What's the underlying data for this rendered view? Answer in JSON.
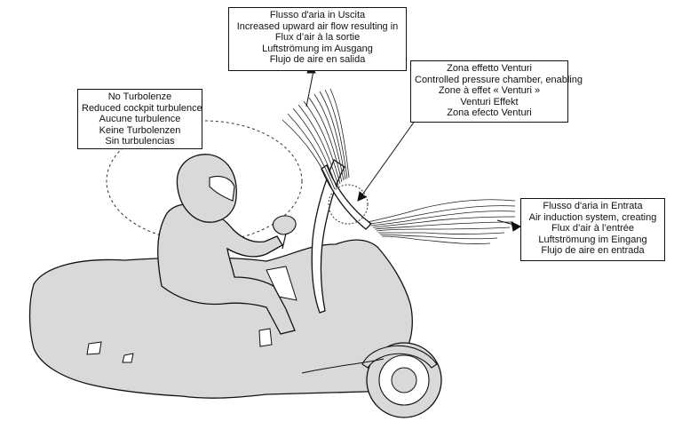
{
  "labels": {
    "outlet_flow": {
      "lines": [
        "Flusso d'aria in Uscita",
        "Increased upward air flow resulting in",
        "Flux d’air à la sortie",
        "Luftströmung im Ausgang",
        "Flujo de aire en salida"
      ]
    },
    "venturi_zone": {
      "lines": [
        "Zona effetto Venturi",
        "Controlled pressure chamber, enabling",
        "Zone à effet « Venturi »",
        "Venturi Effekt",
        "Zona efecto Venturi"
      ]
    },
    "no_turbulence": {
      "lines": [
        "No Turbolenze",
        "Reduced cockpit turbulence",
        "Aucune turbulence",
        "Keine Turbolenzen",
        "Sin turbulencias"
      ]
    },
    "inlet_flow": {
      "lines": [
        "Flusso d'aria in Entrata",
        "Air induction system, creating",
        "Flux d’air à l’entrée",
        "Luftströmung im Eingang",
        "Flujo de aire en entrada"
      ]
    }
  },
  "colors": {
    "silhouette_fill": "#d9d9d9",
    "outline": "#111111",
    "background": "#ffffff"
  }
}
